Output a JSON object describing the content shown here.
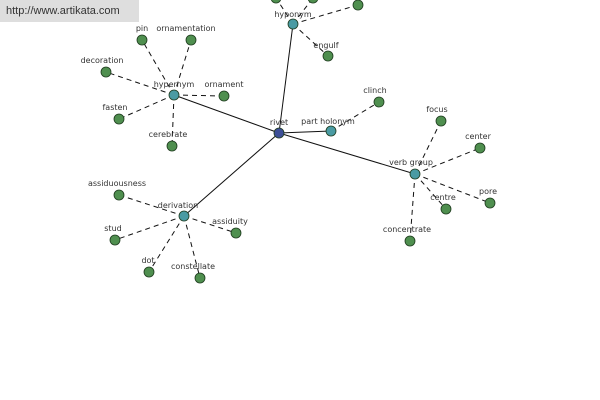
{
  "watermark": "http://www.artikata.com",
  "colors": {
    "leaf": "#4f8f4f",
    "relation": "#4a9ba3",
    "center": "#3d4f97",
    "edge": "#111111"
  },
  "graph": {
    "center": {
      "id": "rivet",
      "label": "rivet"
    },
    "relations": [
      {
        "id": "hypernym-1",
        "label": "hypernym",
        "leaves": [
          {
            "id": "pin",
            "label": "pin"
          },
          {
            "id": "ornamentation",
            "label": "ornamentation"
          },
          {
            "id": "decoration",
            "label": "decoration"
          },
          {
            "id": "ornament",
            "label": "ornament"
          },
          {
            "id": "fasten",
            "label": "fasten"
          },
          {
            "id": "cerebrate",
            "label": "cerebrate"
          }
        ]
      },
      {
        "id": "hyponym",
        "label": "hyponym",
        "leaves": [
          {
            "id": "engulf",
            "label": "engulf"
          },
          {
            "id": "hyponym-leaf-a",
            "label": ""
          },
          {
            "id": "hyponym-leaf-b",
            "label": ""
          },
          {
            "id": "hyponym-leaf-c",
            "label": ""
          }
        ]
      },
      {
        "id": "part-holonym",
        "label": "part holonym",
        "leaves": [
          {
            "id": "clinch",
            "label": "clinch"
          }
        ]
      },
      {
        "id": "verb-group",
        "label": "verb group",
        "leaves": [
          {
            "id": "focus",
            "label": "focus"
          },
          {
            "id": "center",
            "label": "center"
          },
          {
            "id": "pore",
            "label": "pore"
          },
          {
            "id": "centre",
            "label": "centre"
          },
          {
            "id": "concentrate",
            "label": "concentrate"
          }
        ]
      },
      {
        "id": "derivation",
        "label": "derivation",
        "leaves": [
          {
            "id": "assiduousness",
            "label": "assiduousness"
          },
          {
            "id": "stud",
            "label": "stud"
          },
          {
            "id": "assiduity",
            "label": "assiduity"
          },
          {
            "id": "dot",
            "label": "dot"
          },
          {
            "id": "constellate",
            "label": "constellate"
          }
        ]
      }
    ]
  }
}
